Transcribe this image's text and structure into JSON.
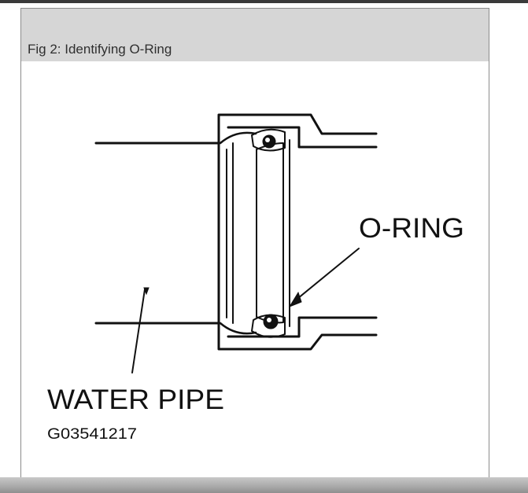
{
  "caption": "Fig 2: Identifying O-Ring",
  "labels": {
    "o_ring": "O-RING",
    "water_pipe": "WATER PIPE",
    "part_code": "G03541217"
  }
}
